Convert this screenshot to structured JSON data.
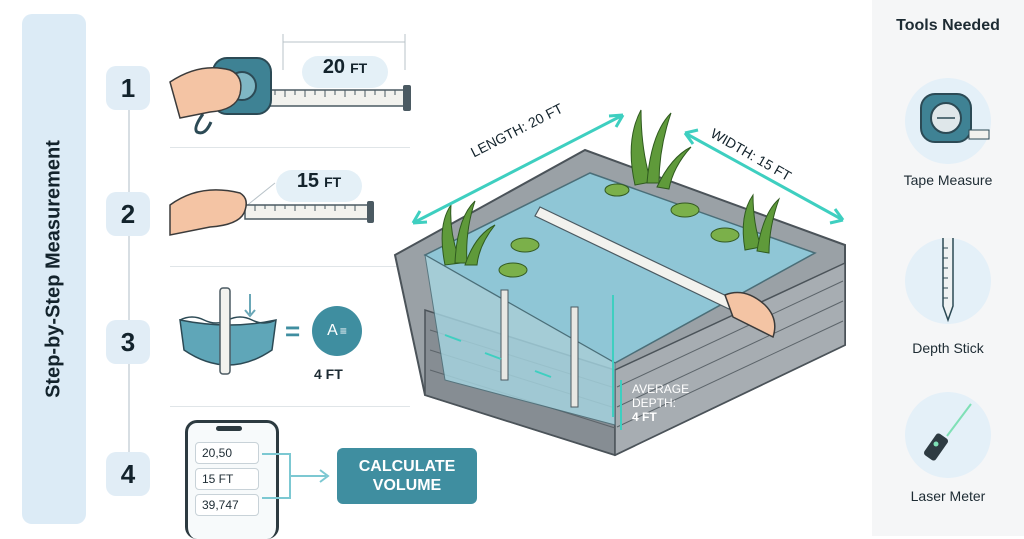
{
  "sidebar_title": "Step-by-Step Measurement",
  "steps": [
    {
      "number": "1",
      "value": "20",
      "unit": "FT"
    },
    {
      "number": "2",
      "value": "15",
      "unit": "FT"
    },
    {
      "number": "3",
      "result": "4 FT",
      "equals": "=",
      "icon_text": "A"
    },
    {
      "number": "4",
      "phone_rows": [
        "20,50",
        "15 FT",
        "39,747"
      ],
      "button_label": "CALCULATE\nVOLUME"
    }
  ],
  "pond": {
    "length_label": "LENGTH: 20 FT",
    "width_label": "WIDTH: 15 FT",
    "depth_label_1": "AVERAGE",
    "depth_label_2": "DEPTH:",
    "depth_value": "4 FT"
  },
  "tools": {
    "title": "Tools Needed",
    "items": [
      {
        "label": "Tape Measure",
        "icon": "tape-measure-icon"
      },
      {
        "label": "Depth Stick",
        "icon": "depth-stick-icon"
      },
      {
        "label": "Laser Meter",
        "icon": "laser-meter-icon"
      }
    ]
  },
  "colors": {
    "accent": "#3f8ea0",
    "arrow": "#3ecfc0",
    "panel": "#dcebf6",
    "water": "#8ec8d8",
    "stone": "#8d949a"
  }
}
